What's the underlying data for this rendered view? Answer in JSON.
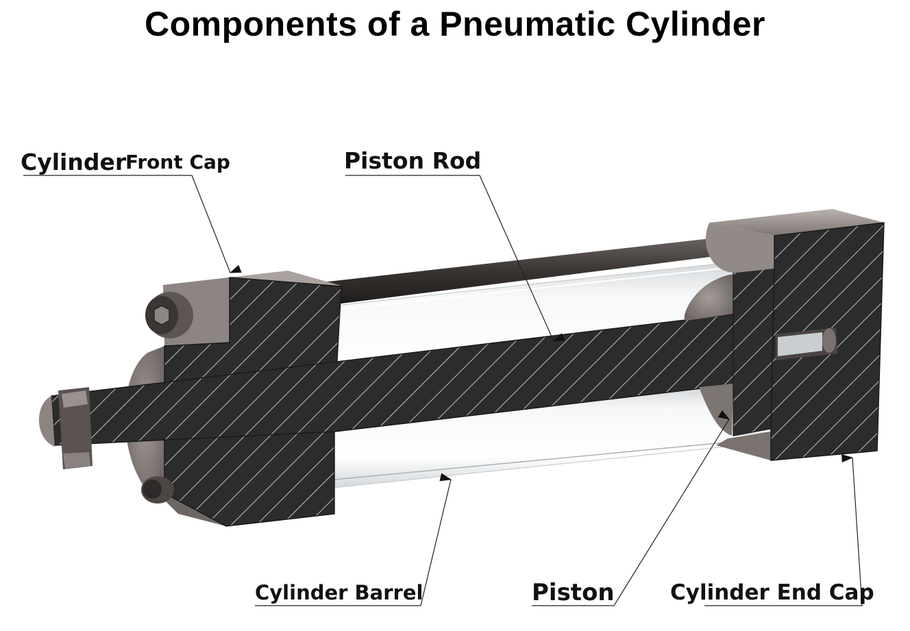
{
  "title": "Components of a Pneumatic Cylinder",
  "labels": {
    "front_cap_part1": "Cylinder",
    "front_cap_part2": "Front Cap",
    "piston_rod": "Piston Rod",
    "cylinder_barrel": "Cylinder Barrel",
    "piston": "Piston",
    "end_cap": "Cylinder End Cap"
  },
  "colors": {
    "hatch_fill": "#2c2c2c",
    "hatch_line": "#e8e8e8",
    "metal": "#8a8280",
    "glass": "#e9ecef",
    "leader": "#222222"
  }
}
